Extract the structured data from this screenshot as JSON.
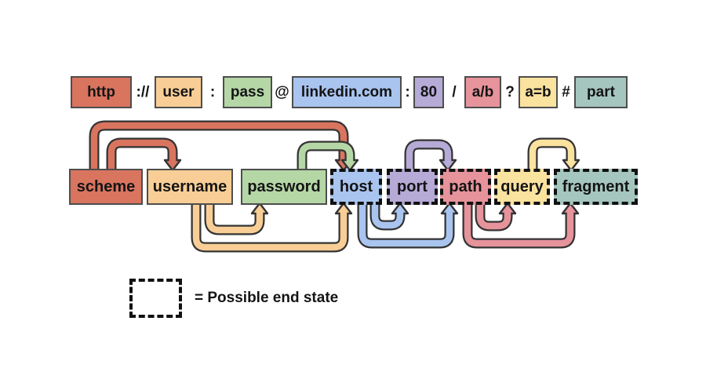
{
  "title": "URL parsing state machine diagram",
  "palette": {
    "red": "#D9745F",
    "orange": "#F8CE96",
    "green": "#B5D7A6",
    "blue": "#A9C4EF",
    "purple": "#B6AAD7",
    "pink": "#E6939B",
    "yellow": "#FAE29F",
    "teal": "#A5C6BE",
    "outline": "#333333",
    "background": "#FFFFFF"
  },
  "url_row": {
    "items": [
      {
        "type": "box",
        "label": "http",
        "color": "red"
      },
      {
        "type": "sep",
        "label": "://"
      },
      {
        "type": "box",
        "label": "user",
        "color": "orange"
      },
      {
        "type": "sep",
        "label": ":"
      },
      {
        "type": "box",
        "label": "pass",
        "color": "green"
      },
      {
        "type": "sep",
        "label": "@"
      },
      {
        "type": "box",
        "label": "linkedin.com",
        "color": "blue"
      },
      {
        "type": "sep",
        "label": ":"
      },
      {
        "type": "box",
        "label": "80",
        "color": "purple"
      },
      {
        "type": "sep",
        "label": "/"
      },
      {
        "type": "box",
        "label": "a/b",
        "color": "pink"
      },
      {
        "type": "sep",
        "label": "?"
      },
      {
        "type": "box",
        "label": "a=b",
        "color": "yellow"
      },
      {
        "type": "sep",
        "label": "#"
      },
      {
        "type": "box",
        "label": "part",
        "color": "teal"
      }
    ]
  },
  "states": [
    {
      "label": "scheme",
      "color": "red",
      "end_state": false
    },
    {
      "label": "username",
      "color": "orange",
      "end_state": false
    },
    {
      "label": "password",
      "color": "green",
      "end_state": false
    },
    {
      "label": "host",
      "color": "blue",
      "end_state": true
    },
    {
      "label": "port",
      "color": "purple",
      "end_state": true
    },
    {
      "label": "path",
      "color": "pink",
      "end_state": true
    },
    {
      "label": "query",
      "color": "yellow",
      "end_state": true
    },
    {
      "label": "fragment",
      "color": "teal",
      "end_state": true
    }
  ],
  "transitions": [
    {
      "from": "scheme",
      "to": "host",
      "color": "red",
      "side": "top"
    },
    {
      "from": "scheme",
      "to": "username",
      "color": "red",
      "side": "top"
    },
    {
      "from": "password",
      "to": "host",
      "color": "green",
      "side": "top"
    },
    {
      "from": "port",
      "to": "path",
      "color": "purple",
      "side": "top"
    },
    {
      "from": "query",
      "to": "fragment",
      "color": "yellow",
      "side": "top"
    },
    {
      "from": "username",
      "to": "host",
      "color": "orange",
      "side": "bottom"
    },
    {
      "from": "username",
      "to": "password",
      "color": "orange",
      "side": "bottom"
    },
    {
      "from": "host",
      "to": "path",
      "color": "blue",
      "side": "bottom"
    },
    {
      "from": "host",
      "to": "port",
      "color": "blue",
      "side": "bottom"
    },
    {
      "from": "path",
      "to": "fragment",
      "color": "pink",
      "side": "bottom"
    },
    {
      "from": "path",
      "to": "query",
      "color": "pink",
      "side": "bottom"
    }
  ],
  "legend": {
    "label": "= Possible end state"
  }
}
